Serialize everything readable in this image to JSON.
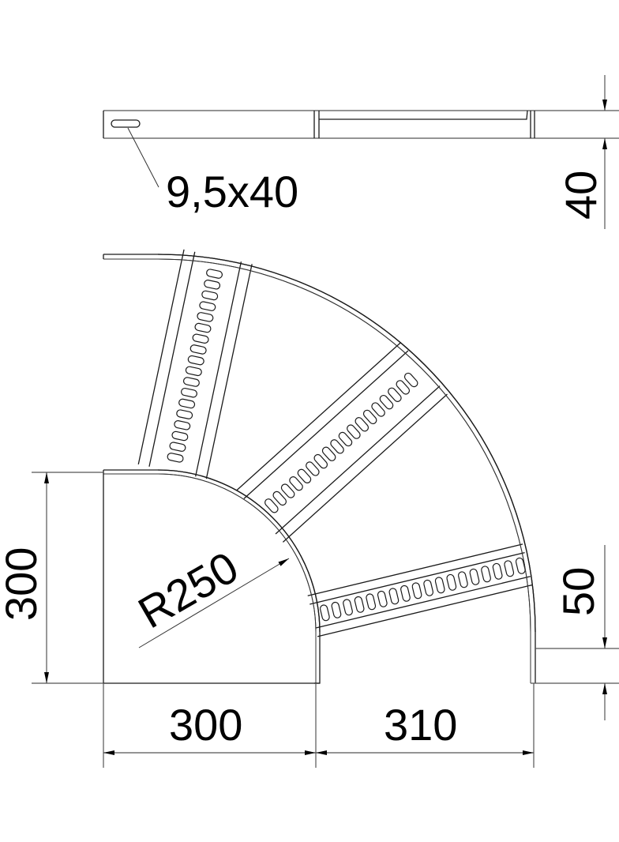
{
  "drawing": {
    "title": "90° cable ladder bend technical drawing",
    "colors": {
      "line": "#1a1a1a",
      "dimension": "#555555",
      "text": "#000000",
      "background": "#ffffff"
    },
    "side_view": {
      "slot_label": "9,5x40",
      "height_label": "40"
    },
    "plan_view": {
      "radius_label": "R250",
      "inner_height_label": "300",
      "inner_width_label": "300",
      "outer_width_label": "310",
      "end_offset_label": "50",
      "rung_count": 3,
      "slots_per_rung": 18
    }
  }
}
